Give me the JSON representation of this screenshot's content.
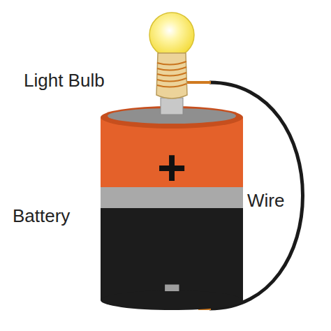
{
  "diagram": {
    "labels": [
      "Light Bulb",
      "Battery",
      "Wire",
      "+",
      "-"
    ]
  }
}
